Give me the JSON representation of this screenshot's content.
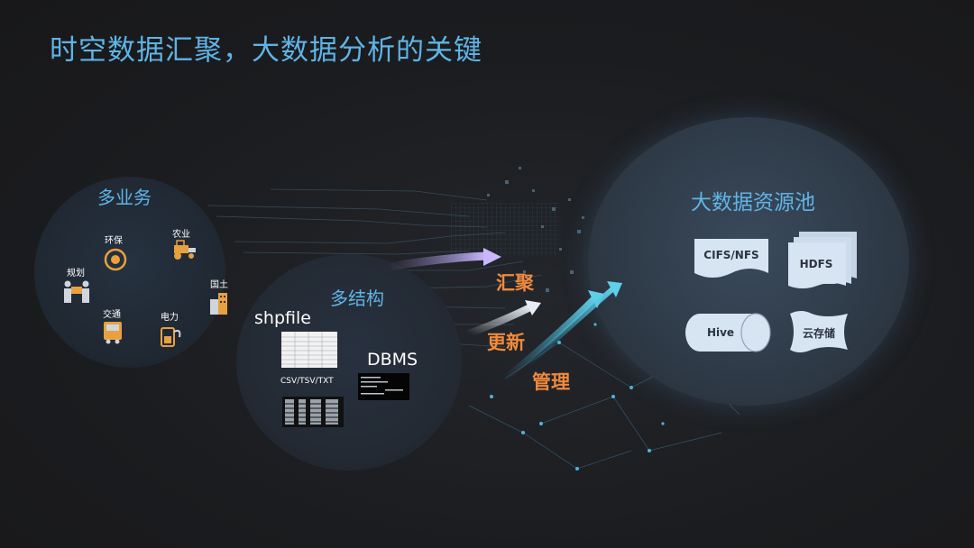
{
  "title": "时空数据汇聚，大数据分析的关键",
  "left_group": {
    "heading": "多业务",
    "items": {
      "environment": "环保",
      "agriculture": "农业",
      "planning": "规划",
      "land": "国土",
      "transport": "交通",
      "power": "电力"
    }
  },
  "mid_group": {
    "heading": "多结构",
    "shapefile": "shpfile",
    "csv": "CSV/TSV/TXT",
    "dbms": "DBMS"
  },
  "actions": {
    "aggregate": "汇聚",
    "update": "更新",
    "manage": "管理"
  },
  "right_group": {
    "heading": "大数据资源池",
    "stores": {
      "cifs": "CIFS/NFS",
      "hdfs": "HDFS",
      "hive": "Hive",
      "cloud": "云存储"
    }
  },
  "colors": {
    "accent_blue": "#5fb4e6",
    "accent_orange": "#f08a3c",
    "icon_orange": "#e8a040",
    "store_fill": "#d7e4f2"
  },
  "icons": [
    "environment-icon",
    "agriculture-icon",
    "planning-icon",
    "land-icon",
    "transport-icon",
    "power-icon"
  ]
}
